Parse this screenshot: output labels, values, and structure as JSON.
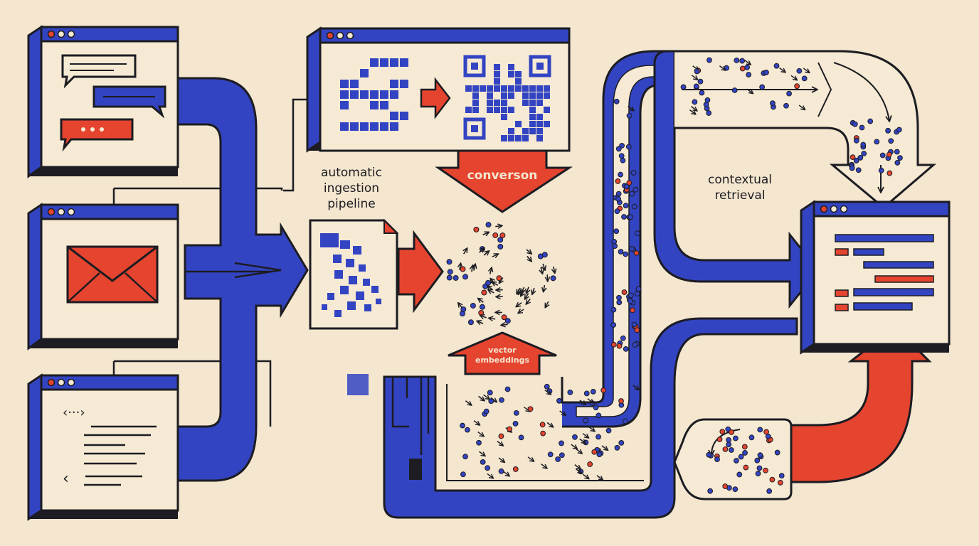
{
  "labels": {
    "pipeline_line1": "automatic",
    "pipeline_line2": "ingestion",
    "pipeline_line3": "pipeline",
    "conversion": "converson",
    "vector_line1": "vector",
    "vector_line2": "embeddings",
    "retrieval_line1": "contextual",
    "retrieval_line2": "retrieval"
  },
  "sources": [
    {
      "name": "chat",
      "icon": "chat-bubbles-icon"
    },
    {
      "name": "email",
      "icon": "envelope-icon"
    },
    {
      "name": "code",
      "icon": "code-icon"
    }
  ],
  "code_snippet": {
    "open_tag": "‹···›",
    "close_tag": "‹"
  },
  "colors": {
    "background": "#f4e6cf",
    "blue": "#3344c2",
    "red": "#e5442f",
    "ink": "#1c1c22",
    "paper": "#f6ead4"
  }
}
